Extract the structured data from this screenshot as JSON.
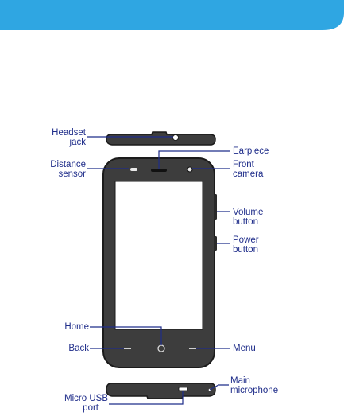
{
  "colors": {
    "banner": "#2fa6e2",
    "label_text": "#1f2d8a",
    "leader_line": "#1f2d8a",
    "phone_body": "#3d3d3d",
    "phone_edge": "#1b1b1b",
    "screen": "#ffffff",
    "lens": "#e9e9e9"
  },
  "labels": {
    "headset_jack": [
      "Headset",
      "jack"
    ],
    "distance_sensor": [
      "Distance",
      "sensor"
    ],
    "earpiece": [
      "Earpiece"
    ],
    "front_camera": [
      "Front",
      "camera"
    ],
    "volume_button": [
      "Volume",
      "button"
    ],
    "power_button": [
      "Power",
      "button"
    ],
    "home": [
      "Home"
    ],
    "back": [
      "Back"
    ],
    "menu": [
      "Menu"
    ],
    "main_microphone": [
      "Main",
      "microphone"
    ],
    "micro_usb_port": [
      "Micro USB",
      "port"
    ]
  }
}
